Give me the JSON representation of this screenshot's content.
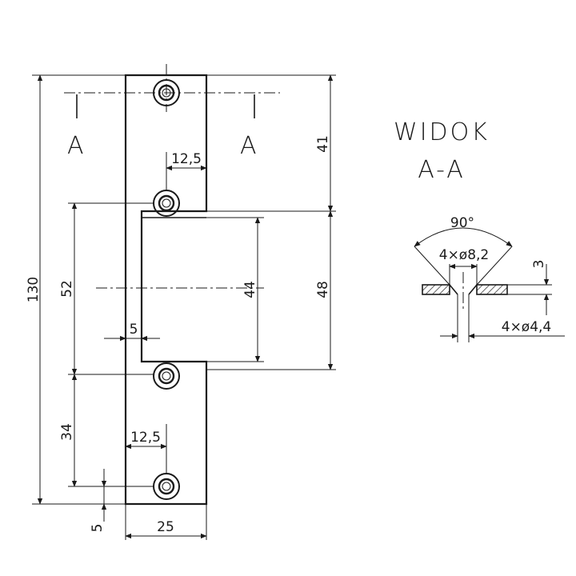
{
  "section": {
    "title_line1": "WIDOK",
    "title_line2": "A-A",
    "angle": "90°",
    "countersink": "4×ø8,2",
    "thickness": "3",
    "hole": "4×ø4,4"
  },
  "cut_marker": {
    "left": "A",
    "right": "A"
  },
  "dimensions": {
    "total_height": "130",
    "top_segment": "41",
    "opening_height": "48",
    "inner_height": "44",
    "left_span": "52",
    "bottom_span": "34",
    "bottom_edge": "5",
    "width": "25",
    "hole_offset_top": "12,5",
    "hole_offset_bottom": "12,5",
    "lip": "5"
  }
}
